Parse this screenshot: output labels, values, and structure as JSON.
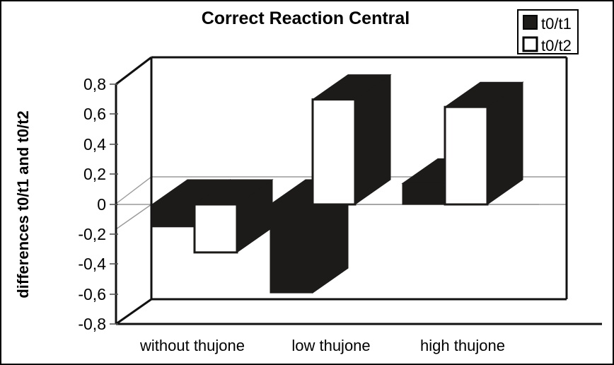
{
  "chart_data": {
    "type": "bar",
    "title": "Correct Reaction Central",
    "xlabel": "",
    "ylabel": "differences t0/t1 and t0/t2",
    "categories": [
      "without thujone",
      "low thujone",
      "high thujone"
    ],
    "series": [
      {
        "name": "t0/t1",
        "color": "#1d1b1a",
        "values": [
          -0.15,
          -0.59,
          0.14
        ]
      },
      {
        "name": "t0/t2",
        "color": "#ffffff",
        "values": [
          -0.32,
          0.7,
          0.65
        ]
      }
    ],
    "ylim": [
      -0.8,
      0.8
    ],
    "ytick_labels": [
      "0,8",
      "0,6",
      "0,4",
      "0,2",
      "0",
      "-0,2",
      "-0,4",
      "-0,6",
      "-0,8"
    ],
    "ytick_values": [
      0.8,
      0.6,
      0.4,
      0.2,
      0,
      -0.2,
      -0.4,
      -0.6,
      -0.8
    ],
    "grid": true,
    "legend_position": "top-right",
    "style": "3d-column"
  },
  "legend": {
    "entries": [
      {
        "label": "t0/t1",
        "swatch": "filled-black-square"
      },
      {
        "label": "t0/t2",
        "swatch": "open-white-square"
      }
    ]
  }
}
